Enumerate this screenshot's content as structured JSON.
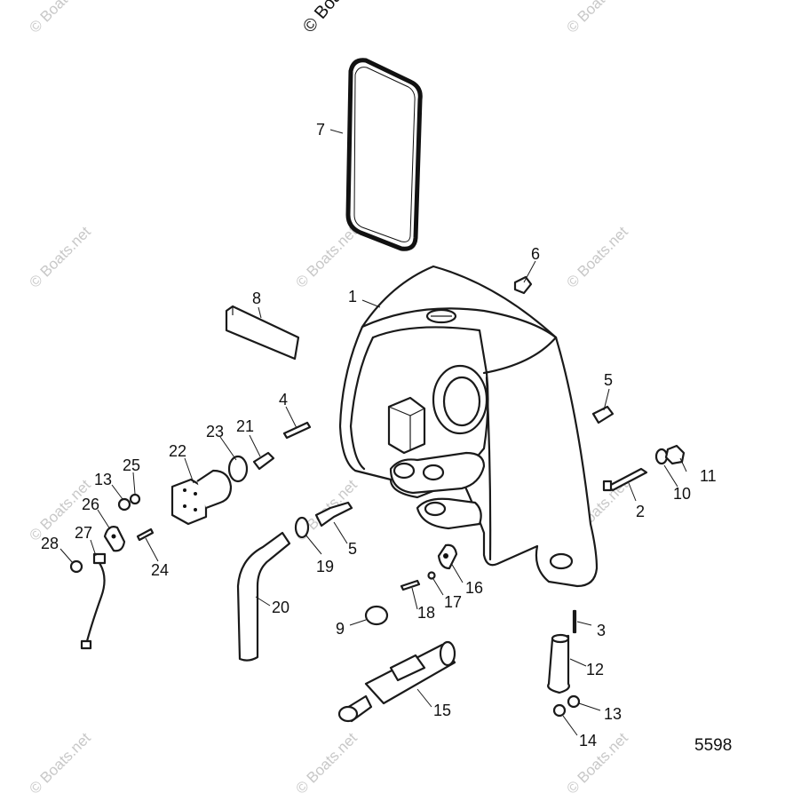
{
  "copyright_text": "© Boats",
  "watermark_text": "© Boats.net",
  "figure_number": "5598",
  "callouts": [
    "1",
    "2",
    "3",
    "4",
    "5",
    "5",
    "6",
    "7",
    "8",
    "9",
    "10",
    "11",
    "12",
    "13",
    "13",
    "14",
    "15",
    "16",
    "17",
    "18",
    "19",
    "20",
    "21",
    "22",
    "23",
    "24",
    "25",
    "26",
    "27",
    "28"
  ]
}
